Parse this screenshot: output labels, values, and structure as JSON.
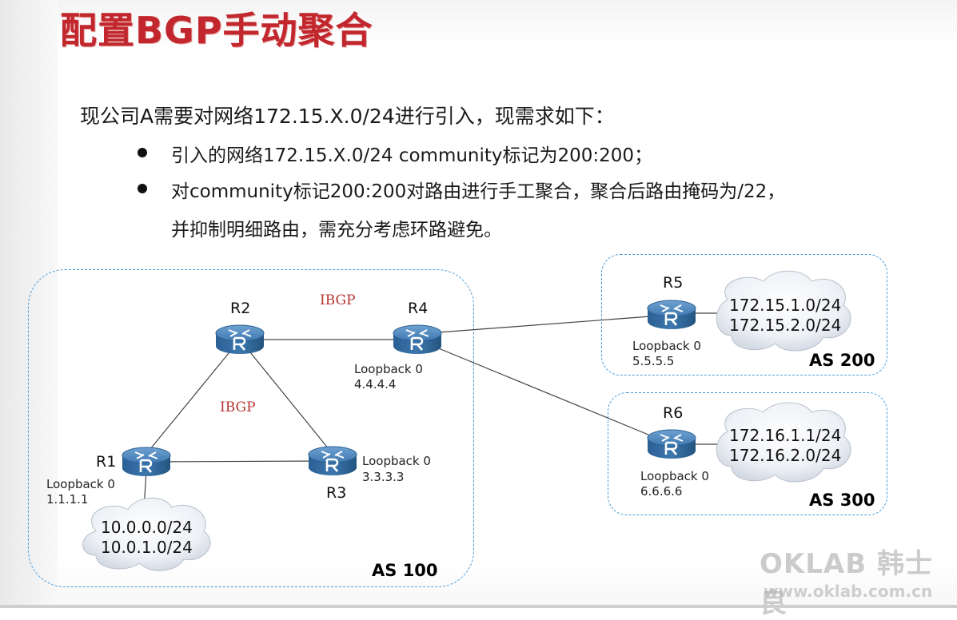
{
  "title": "配置BGP手动聚合",
  "intro": "现公司A需要对网络172.15.X.0/24进行引入，现需求如下：",
  "bullets": [
    "引入的网络172.15.X.0/24 community标记为200:200；",
    "对community标记200:200对路由进行手工聚合，聚合后路由掩码为/22，",
    "并抑制明细路由，需充分考虑环路避免。"
  ],
  "diagram": {
    "routers": {
      "r1": {
        "name": "R1",
        "loopback_label": "Loopback 0",
        "loopback_ip": "1.1.1.1"
      },
      "r2": {
        "name": "R2"
      },
      "r3": {
        "name": "R3",
        "loopback_label": "Loopback 0",
        "loopback_ip": "3.3.3.3"
      },
      "r4": {
        "name": "R4",
        "loopback_label": "Loopback 0",
        "loopback_ip": "4.4.4.4"
      },
      "r5": {
        "name": "R5",
        "loopback_label": "Loopback 0",
        "loopback_ip": "5.5.5.5"
      },
      "r6": {
        "name": "R6",
        "loopback_label": "Loopback 0",
        "loopback_ip": "6.6.6.6"
      }
    },
    "ibgp_top": "IBGP",
    "ibgp_center": "IBGP",
    "as": {
      "as100": "AS 100",
      "as200": "AS 200",
      "as300": "AS 300"
    },
    "clouds": {
      "r1": [
        "10.0.0.0/24",
        "10.0.1.0/24"
      ],
      "r5": [
        "172.15.1.0/24",
        "172.15.2.0/24"
      ],
      "r6": [
        "172.16.1.1/24",
        "172.16.2.0/24"
      ]
    },
    "colors": {
      "zone_border": "#4a9bd8",
      "router": "#2f6aa3",
      "ibgp": "#b5342f",
      "title": "#c1272d"
    }
  },
  "watermark": {
    "brand": "OKLAB 韩士良",
    "url": "www.oklab.com.cn"
  }
}
